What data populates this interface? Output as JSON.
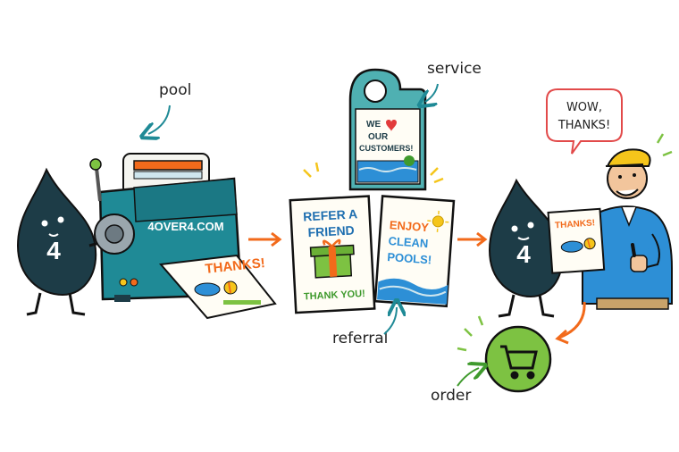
{
  "captions": {
    "pool": "pool",
    "service": "service",
    "referral": "referral",
    "order": "order"
  },
  "mascot": {
    "number": "4"
  },
  "printer": {
    "brand": "4OVER4.COM",
    "printout": "THANKS!"
  },
  "door_hanger": {
    "line1": "WE",
    "line2": "OUR",
    "line3": "CUSTOMERS!"
  },
  "referral_card": {
    "line1": "REFER A",
    "line2": "FRIEND",
    "footer": "THANK YOU!"
  },
  "pool_card": {
    "line1": "ENJOY",
    "line2": "CLEAN",
    "line3": "POOLS!"
  },
  "speech_bubble": {
    "line1": "WOW,",
    "line2": "THANKS!"
  },
  "held_card": {
    "text": "THANKS!"
  },
  "colors": {
    "teal": "#1f8a96",
    "dark_teal": "#1d3c47",
    "orange": "#f26a1b",
    "green": "#7dc242",
    "blue": "#2d8fd6",
    "yellow": "#f5c51b"
  },
  "icons": [
    "heart-icon",
    "cart-icon",
    "sun-icon",
    "gift-icon",
    "beach-ball-icon"
  ]
}
